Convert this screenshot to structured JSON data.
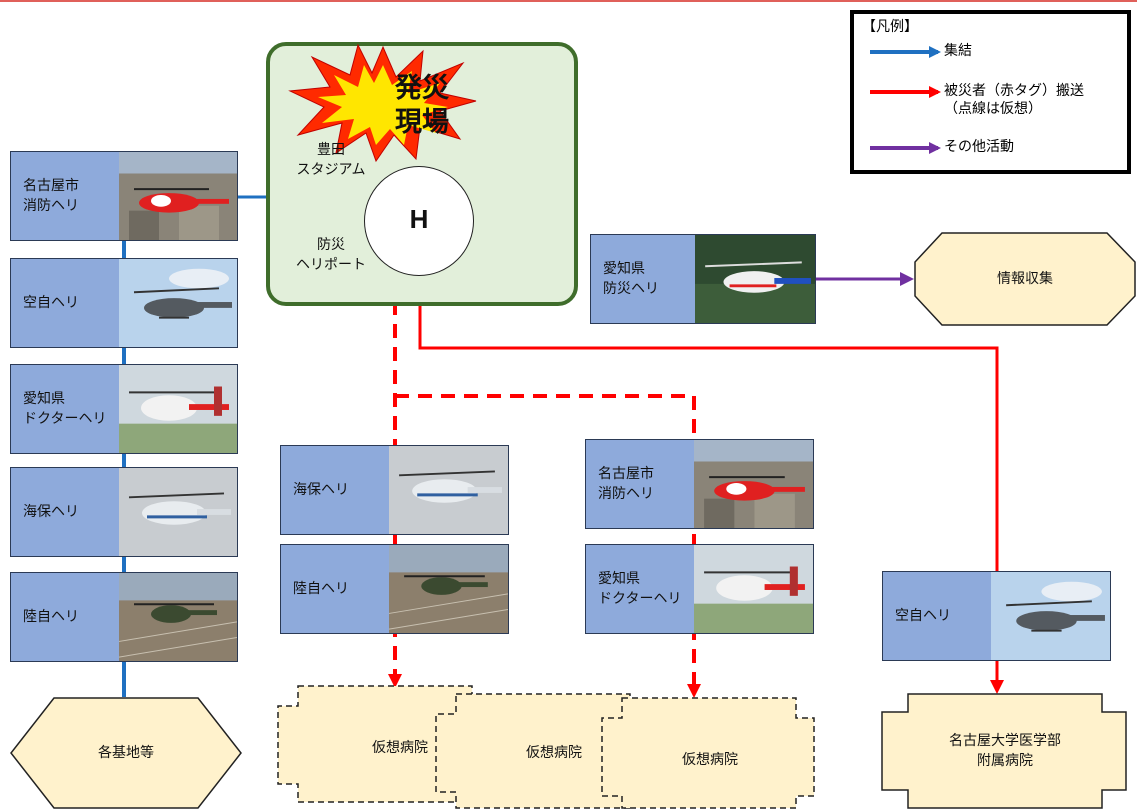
{
  "legend": {
    "title": "【凡例】",
    "items": [
      {
        "label": "集結",
        "color": "#1f70c1"
      },
      {
        "label": "被災者（赤タグ）搬送\n（点線は仮想）",
        "color": "#ff0000"
      },
      {
        "label": "その他活動",
        "color": "#7030a0"
      }
    ]
  },
  "scene": {
    "disaster_site": "発災\n現場",
    "stadium": "豊田\nスタジアム",
    "heliport": "防災\nヘリポート",
    "helipad_mark": "H"
  },
  "left_column": [
    {
      "label": "名古屋市\n消防ヘリ",
      "photo": "red-helicopter-photo"
    },
    {
      "label": "空自ヘリ",
      "photo": "military-helicopter-photo"
    },
    {
      "label": "愛知県\nドクターヘリ",
      "photo": "doctor-helicopter-photo"
    },
    {
      "label": "海保ヘリ",
      "photo": "coastguard-helicopter-photo"
    },
    {
      "label": "陸自ヘリ",
      "photo": "army-helicopter-photo"
    }
  ],
  "bases": "各基地等",
  "middle_column": [
    {
      "label": "海保ヘリ",
      "photo": "coastguard-helicopter-photo"
    },
    {
      "label": "陸自ヘリ",
      "photo": "army-helicopter-photo"
    }
  ],
  "right_middle_column": [
    {
      "label": "名古屋市\n消防ヘリ",
      "photo": "red-helicopter-photo"
    },
    {
      "label": "愛知県\nドクターヘリ",
      "photo": "doctor-helicopter-photo"
    }
  ],
  "aichi_heli": {
    "label": "愛知県\n防災ヘリ",
    "photo": "prefecture-helicopter-photo"
  },
  "info_gathering": "情報収集",
  "jasdf_heli": {
    "label": "空自ヘリ",
    "photo": "military-helicopter-photo"
  },
  "virtual_hospitals": [
    "仮想病院",
    "仮想病院",
    "仮想病院"
  ],
  "nagoya_hospital": "名古屋大学医学部\n附属病院"
}
